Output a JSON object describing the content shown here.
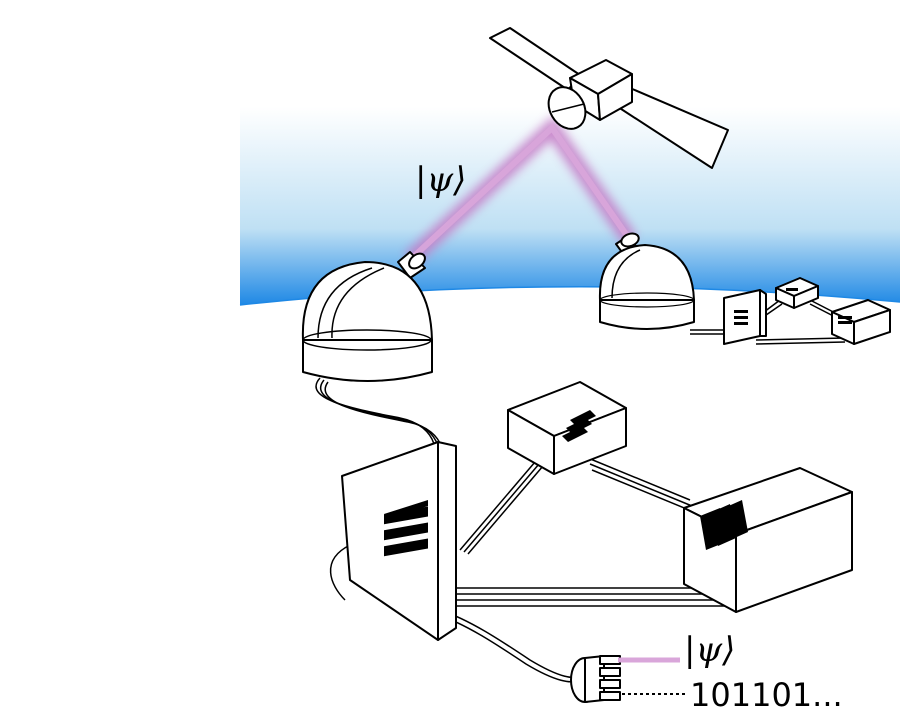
{
  "colors": {
    "sky_top": "#ffffff",
    "sky_bottom": "#1e88e5",
    "beam": "#c47cc6",
    "line": "#000000"
  },
  "labels": {
    "psi_top": "|ψ⟩",
    "psi_bottom": "|ψ⟩",
    "bit_string": "101101..."
  },
  "icons": [
    "satellite-icon",
    "telescope-dome-icon",
    "network-node-icon",
    "fiber-cable-icon",
    "detector-icon"
  ]
}
